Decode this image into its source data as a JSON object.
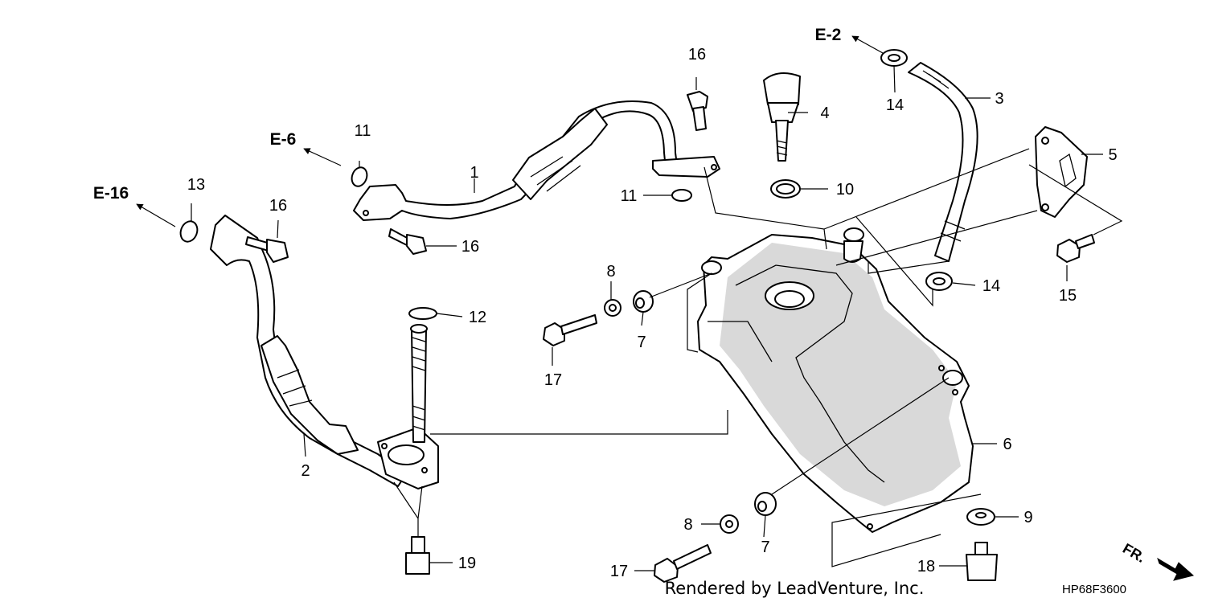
{
  "callouts": {
    "c1": "1",
    "c2": "2",
    "c3": "3",
    "c4": "4",
    "c5": "5",
    "c6": "6",
    "c7a": "7",
    "c7b": "7",
    "c8a": "8",
    "c8b": "8",
    "c9": "9",
    "c10": "10",
    "c11a": "11",
    "c11b": "11",
    "c12": "12",
    "c13": "13",
    "c14a": "14",
    "c14b": "14",
    "c15": "15",
    "c16a": "16",
    "c16b": "16",
    "c16c": "16",
    "c17a": "17",
    "c17b": "17",
    "c18": "18",
    "c19": "19"
  },
  "refs": {
    "e2": "E-2",
    "e6": "E-6",
    "e16": "E-16"
  },
  "footer": {
    "credit": "Rendered by LeadVenture, Inc.",
    "code": "HP68F3600"
  },
  "direction": {
    "label": "FR."
  }
}
